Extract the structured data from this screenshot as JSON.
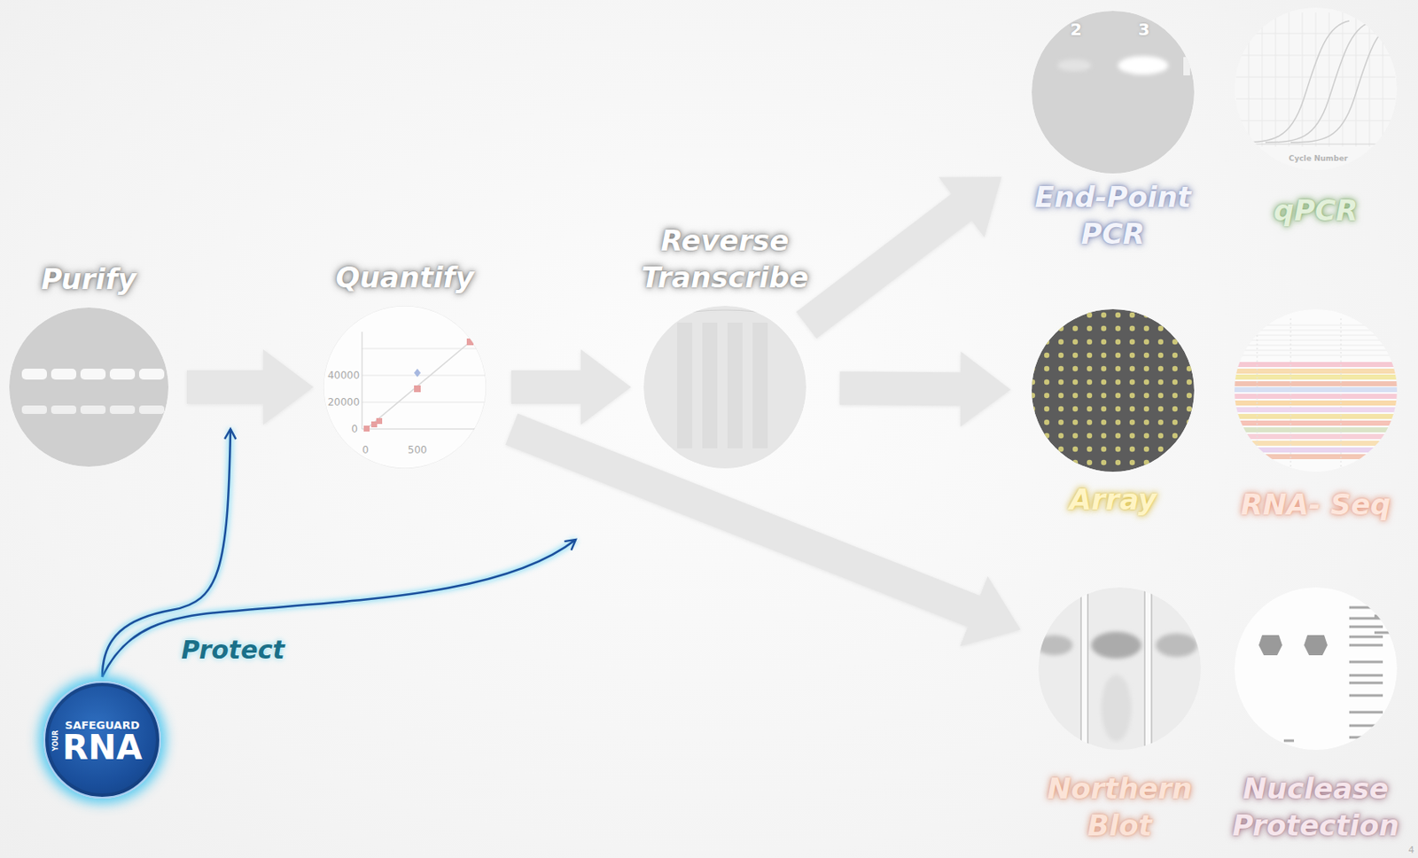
{
  "diagram": {
    "nodes": [
      {
        "text": [
          "Purify"
        ]
      },
      {
        "text": [
          "Quantify"
        ]
      },
      {
        "text": [
          "Reverse Transcribe"
        ]
      },
      {
        "text": [
          "End-Point PCR"
        ]
      },
      {
        "text": [
          "qPCR"
        ]
      },
      {
        "text": [
          "Array"
        ]
      },
      {
        "text": [
          "RNA- Seq"
        ]
      },
      {
        "text": [
          "Northern Blot"
        ]
      },
      {
        "text": [
          "Nuclease Protection"
        ]
      },
      {
        "text": [
          "SAFEGUARD",
          "YOUR",
          "RNA"
        ]
      }
    ],
    "edges": [
      {
        "from": 0,
        "to": 1,
        "arrow": "to"
      },
      {
        "from": 1,
        "to": 2,
        "arrow": "to"
      },
      {
        "from": 2,
        "to": 3,
        "arrow": "to"
      },
      {
        "from": 2,
        "to": 5,
        "arrow": "to"
      },
      {
        "from": 1,
        "to": 7,
        "arrow": "to"
      }
    ],
    "labels": [
      "Protect",
      "2",
      "3",
      "40000",
      "20000",
      "0",
      "0",
      "500",
      "Cycle Number",
      "4"
    ]
  }
}
